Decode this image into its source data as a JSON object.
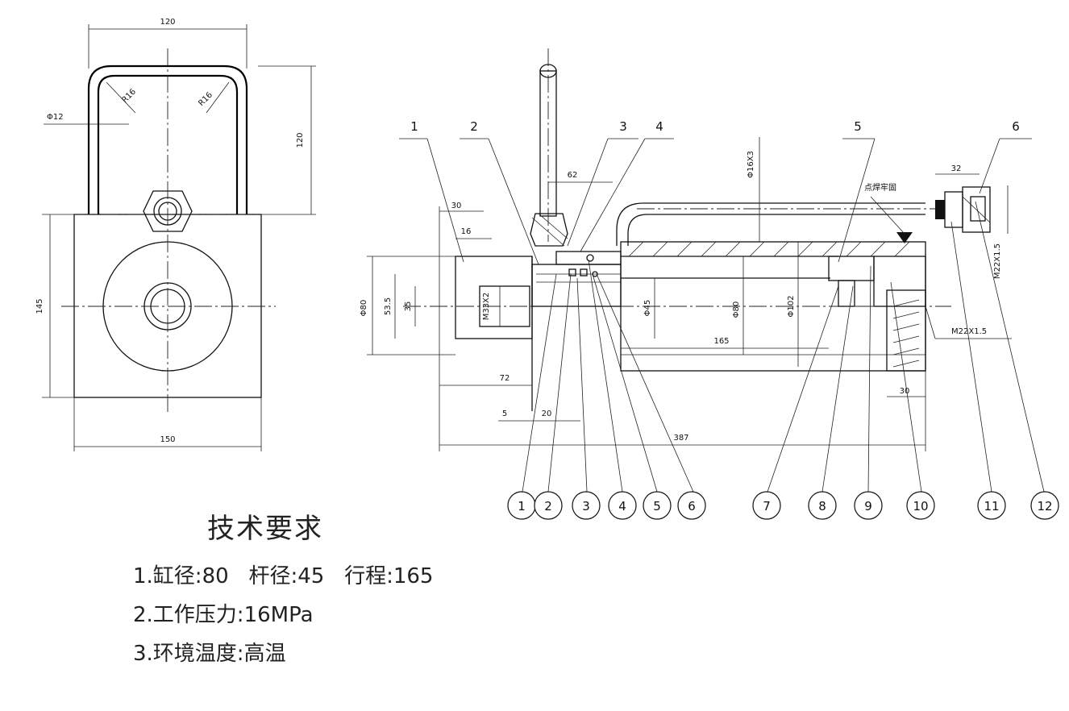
{
  "left_view": {
    "dims": [
      "120",
      "120",
      "Φ12",
      "R16",
      "R16",
      "145",
      "150"
    ]
  },
  "section_view": {
    "dims": [
      "30",
      "16",
      "Φ80",
      "53.5",
      "35",
      "M33X2",
      "62",
      "Φ16X3",
      "32",
      "Φ45",
      "Φ80",
      "Φ102",
      "165",
      "72",
      "5",
      "20",
      "387",
      "30",
      "M22X1.5",
      "M22X1.5"
    ],
    "weld_note": "点焊牢固"
  },
  "top_labels": [
    "1",
    "2",
    "3",
    "4",
    "5",
    "6"
  ],
  "balloons": [
    "1",
    "2",
    "3",
    "4",
    "5",
    "6",
    "7",
    "8",
    "9",
    "10",
    "11",
    "12"
  ],
  "tech": {
    "title": "技术要求",
    "items": [
      "1.缸径:80   杆径:45   行程:165",
      "2.工作压力:16MPa",
      "3.环境温度:高温"
    ]
  }
}
